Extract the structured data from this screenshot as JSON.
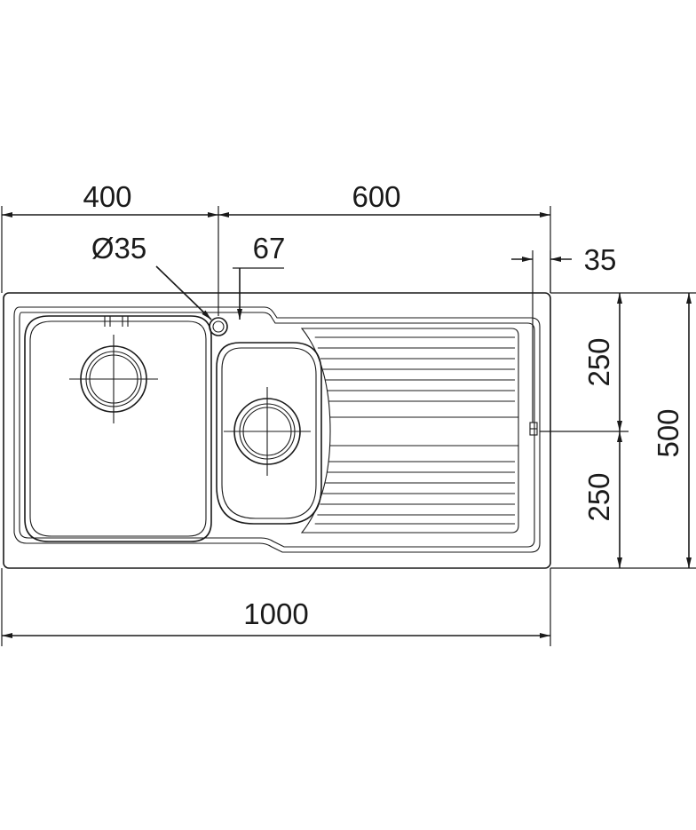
{
  "dimensions": {
    "left_bowl_width": "400",
    "right_section_width": "600",
    "tap_hole_diameter": "Ø35",
    "tap_hole_offset": "67",
    "overflow_offset": "35",
    "upper_half_depth": "250",
    "lower_half_depth": "250",
    "total_depth": "500",
    "total_width": "1000"
  },
  "colors": {
    "line": "#1a1a1a",
    "background": "#ffffff"
  }
}
